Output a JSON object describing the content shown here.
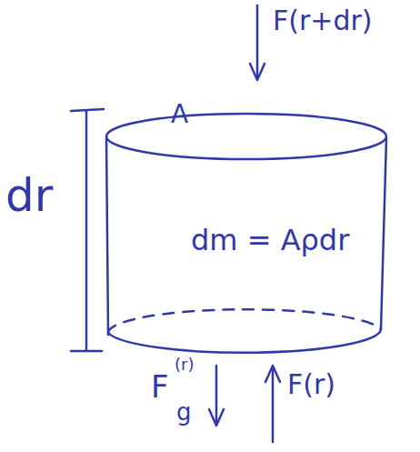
{
  "diagram": {
    "labels": [
      "F(r+dr)",
      "A",
      "dr",
      "dm = Aρdr",
      "F",
      "(r)",
      "g",
      "F(r)"
    ]
  }
}
